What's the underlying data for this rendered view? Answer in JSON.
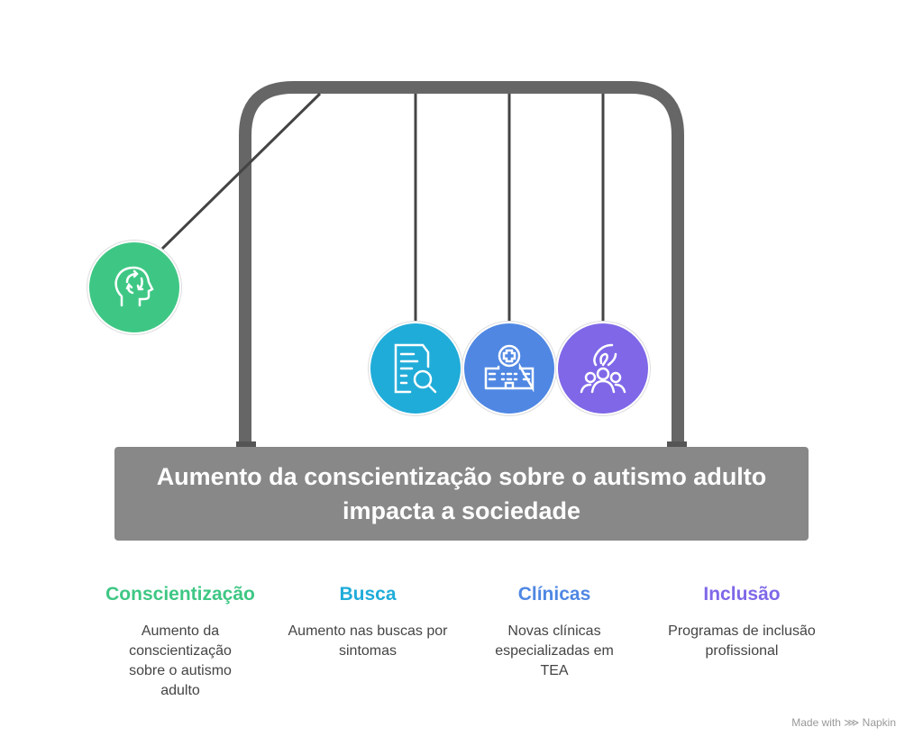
{
  "title": "Aumento da conscientização sobre o autismo adulto impacta a sociedade",
  "items": [
    {
      "title": "Conscientização",
      "desc": "Aumento da conscientização sobre o autismo adulto",
      "color": "#3ec784",
      "icon": "head-cycle-icon"
    },
    {
      "title": "Busca",
      "desc": "Aumento nas buscas por sintomas",
      "color": "#20acd9",
      "icon": "document-search-icon"
    },
    {
      "title": "Clínicas",
      "desc": "Novas clínicas especializadas em TEA",
      "color": "#4f87e3",
      "icon": "hospital-icon"
    },
    {
      "title": "Inclusão",
      "desc": "Programas de inclusão profissional",
      "color": "#7f67e8",
      "icon": "hand-group-icon"
    }
  ],
  "brand": "Made with ⋙ Napkin"
}
